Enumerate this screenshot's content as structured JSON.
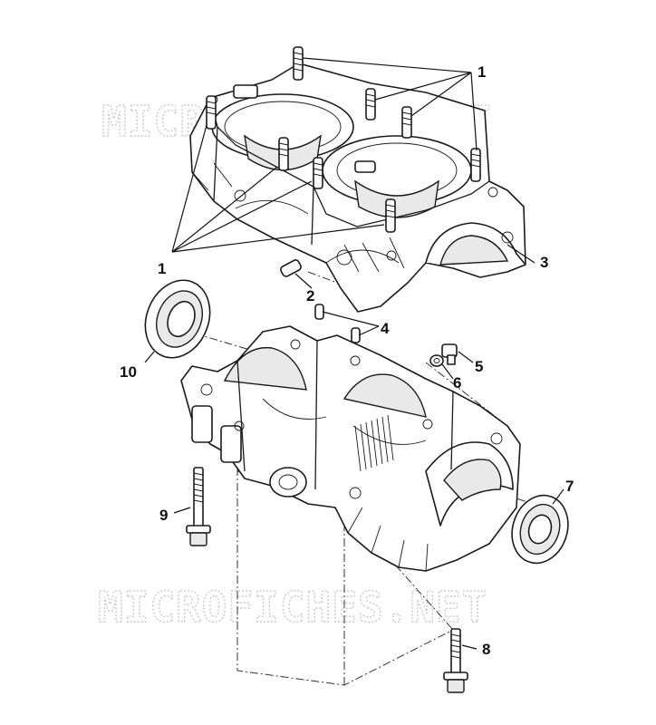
{
  "watermark": {
    "top": "MICROFICHES.NET",
    "bottom": "MICROFICHES.NET"
  },
  "callouts": {
    "c1_top": "1",
    "c1_left": "1",
    "c2": "2",
    "c3": "3",
    "c4": "4",
    "c5": "5",
    "c6": "6",
    "c7": "7",
    "c8": "8",
    "c9": "9",
    "c10": "10"
  }
}
